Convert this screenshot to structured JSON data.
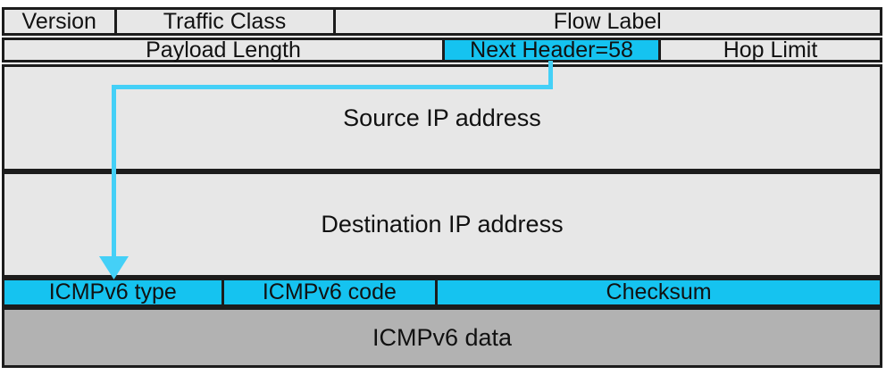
{
  "colors": {
    "background": "#ffffff",
    "cell_bg": "#e7e7e7",
    "highlight": "#15c3f0",
    "data_bg": "#b2b2b2",
    "border": "#1c1c1c",
    "arrow": "#44d0f7",
    "text": "#111111"
  },
  "diagram": {
    "ipv6_header": {
      "version": "Version",
      "traffic_class": "Traffic Class",
      "flow_label": "Flow Label",
      "payload_length": "Payload Length",
      "next_header": "Next Header=58",
      "hop_limit": "Hop Limit",
      "source_ip": "Source IP address",
      "destination_ip": "Destination IP address"
    },
    "icmpv6": {
      "type": "ICMPv6 type",
      "code": "ICMPv6 code",
      "checksum": "Checksum",
      "data": "ICMPv6 data"
    },
    "arrow": {
      "from": "next_header",
      "to": "icmpv6_type"
    }
  }
}
